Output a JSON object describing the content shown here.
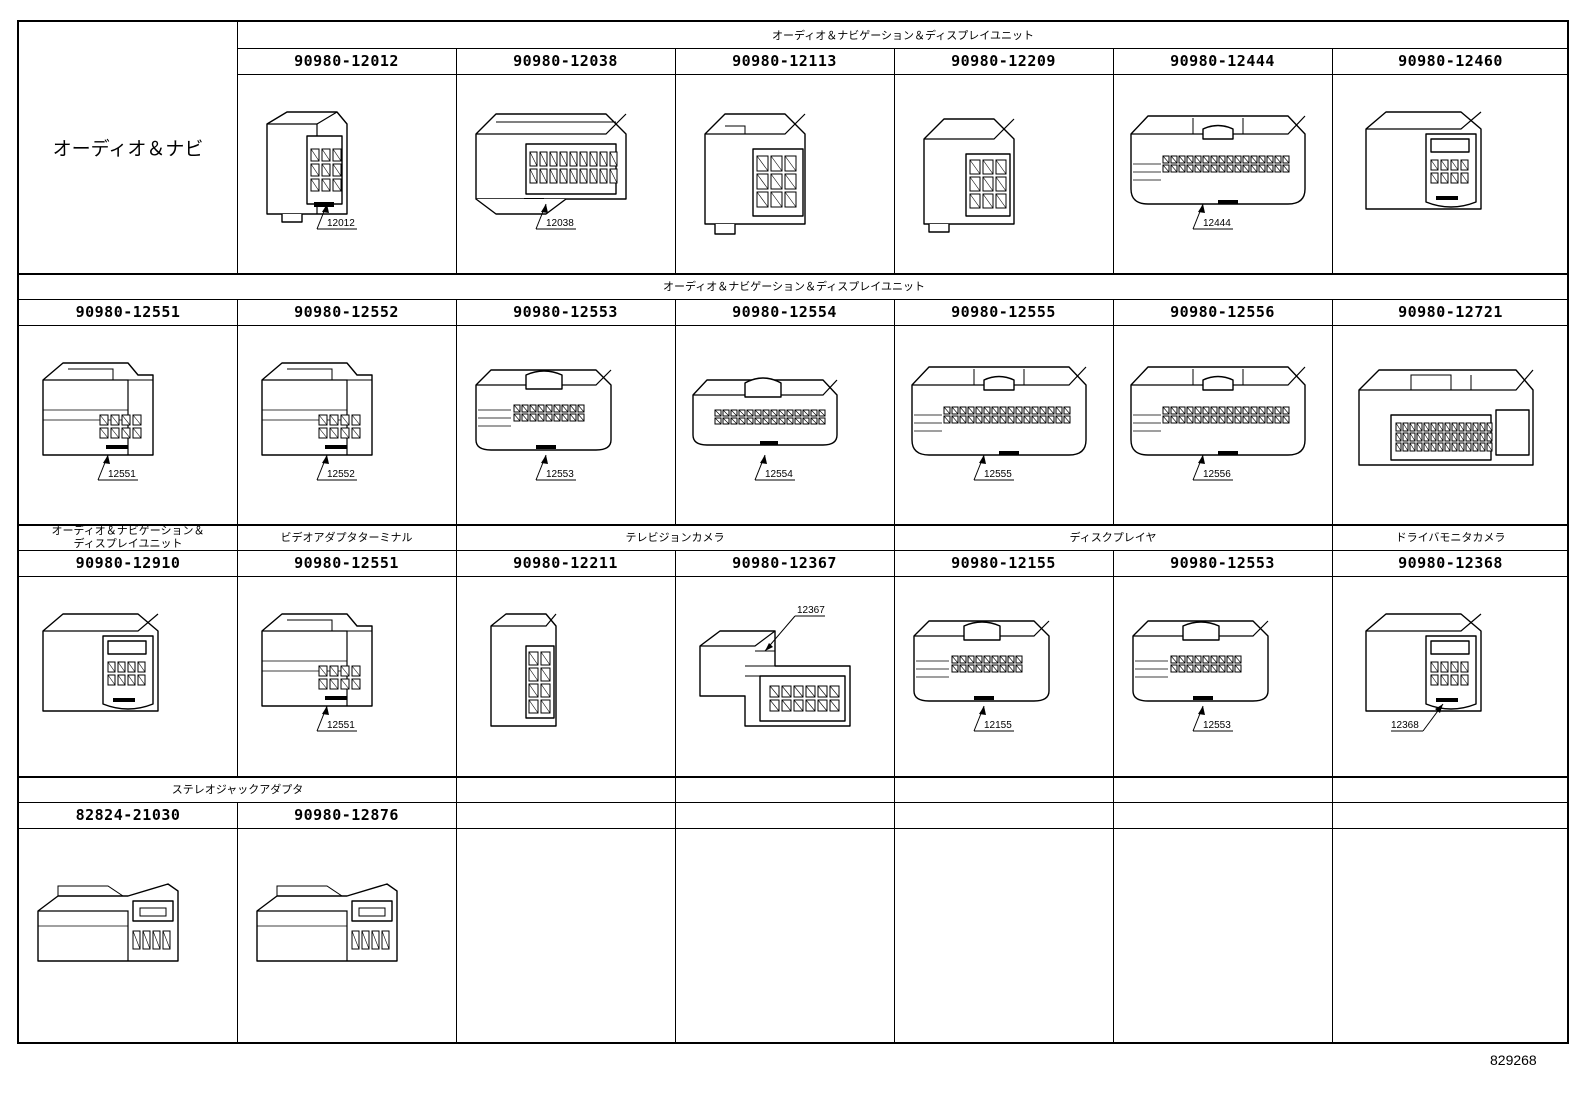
{
  "blocks": [
    {
      "big_label": "オーディオ＆ナビ",
      "groups": [
        {
          "label": "オーディオ＆ナビゲーション＆ディスプレイユニット",
          "start": 1,
          "span": 6
        }
      ],
      "parts": [
        null,
        {
          "pn": "90980-12012",
          "callout": "12012",
          "shape": "compactA"
        },
        {
          "pn": "90980-12038",
          "callout": "12038",
          "shape": "wideA"
        },
        {
          "pn": "90980-12113",
          "callout": "",
          "shape": "boxB"
        },
        {
          "pn": "90980-12209",
          "callout": "",
          "shape": "boxC"
        },
        {
          "pn": "90980-12444",
          "callout": "12444",
          "shape": "wideB"
        },
        {
          "pn": "90980-12460",
          "callout": "",
          "shape": "latchA"
        }
      ]
    },
    {
      "big_label": "",
      "groups": [
        {
          "label": "オーディオ＆ナビゲーション＆ディスプレイユニット",
          "start": 0,
          "span": 7
        }
      ],
      "parts": [
        {
          "pn": "90980-12551",
          "callout": "12551",
          "shape": "latchB"
        },
        {
          "pn": "90980-12552",
          "callout": "12552",
          "shape": "latchB"
        },
        {
          "pn": "90980-12553",
          "callout": "12553",
          "shape": "latchC"
        },
        {
          "pn": "90980-12554",
          "callout": "12554",
          "shape": "latchD"
        },
        {
          "pn": "90980-12555",
          "callout": "12555",
          "shape": "wideB"
        },
        {
          "pn": "90980-12556",
          "callout": "12556",
          "shape": "wideB"
        },
        {
          "pn": "90980-12721",
          "callout": "",
          "shape": "wideC"
        }
      ]
    },
    {
      "big_label": "",
      "groups": [
        {
          "label": "オーディオ＆ナビゲーション＆\nディスプレイユニット",
          "start": 0,
          "span": 1
        },
        {
          "label": "ビデオアダプタターミナル",
          "start": 1,
          "span": 1
        },
        {
          "label": "テレビジョンカメラ",
          "start": 2,
          "span": 2
        },
        {
          "label": "ディスクプレイヤ",
          "start": 4,
          "span": 2
        },
        {
          "label": "ドライバモニタカメラ",
          "start": 6,
          "span": 1
        }
      ],
      "parts": [
        {
          "pn": "90980-12910",
          "callout": "",
          "shape": "latchA"
        },
        {
          "pn": "90980-12551",
          "callout": "12551",
          "shape": "latchB"
        },
        {
          "pn": "90980-12211",
          "callout": "",
          "shape": "smallD"
        },
        {
          "pn": "90980-12367",
          "callout": "12367",
          "shape": "plugE"
        },
        {
          "pn": "90980-12155",
          "callout": "12155",
          "shape": "latchC"
        },
        {
          "pn": "90980-12553",
          "callout": "12553",
          "shape": "latchC"
        },
        {
          "pn": "90980-12368",
          "callout": "12368",
          "shape": "latchA"
        }
      ]
    },
    {
      "big_label": "",
      "groups": [
        {
          "label": "ステレオジャックアダプタ",
          "start": 0,
          "span": 2
        }
      ],
      "parts": [
        {
          "pn": "82824-21030",
          "callout": "",
          "shape": "jackF"
        },
        {
          "pn": "90980-12876",
          "callout": "",
          "shape": "jackF"
        },
        null,
        null,
        null,
        null,
        null
      ]
    }
  ],
  "doc_number": "829268"
}
